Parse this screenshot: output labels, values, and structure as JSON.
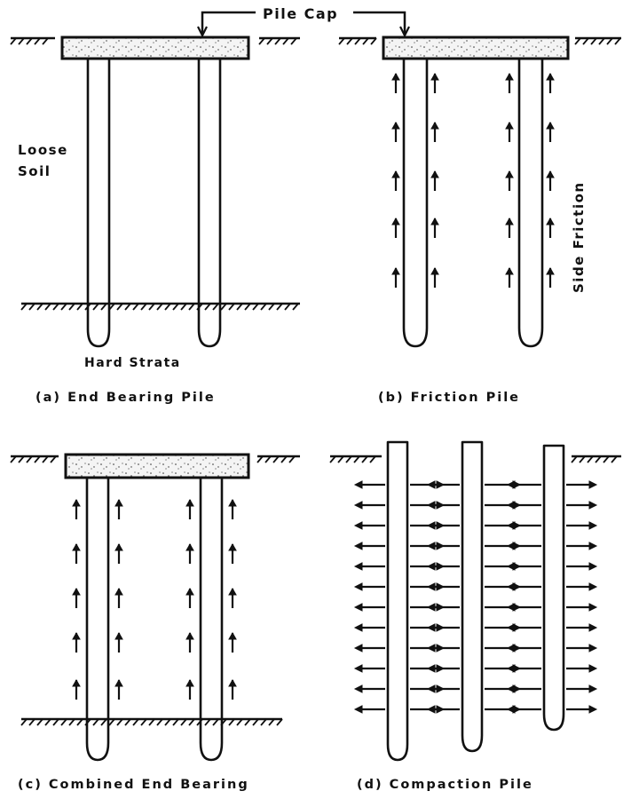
{
  "labels": {
    "pile_cap": "Pile Cap",
    "loose_soil_line1": "Loose",
    "loose_soil_line2": "Soil",
    "hard_strata": "Hard Strata",
    "side_friction": "Side Friction"
  },
  "panels": [
    {
      "id": "a",
      "caption": "(a)  End Bearing Pile"
    },
    {
      "id": "b",
      "caption": "(b)  Friction Pile"
    },
    {
      "id": "c",
      "caption": "(c)  Combined End Bearing"
    },
    {
      "id": "d",
      "caption": "(d)  Compaction Pile"
    }
  ],
  "colors": {
    "ink": "#111111",
    "paper": "#ffffff",
    "cap_fill": "#f4f4f4"
  }
}
